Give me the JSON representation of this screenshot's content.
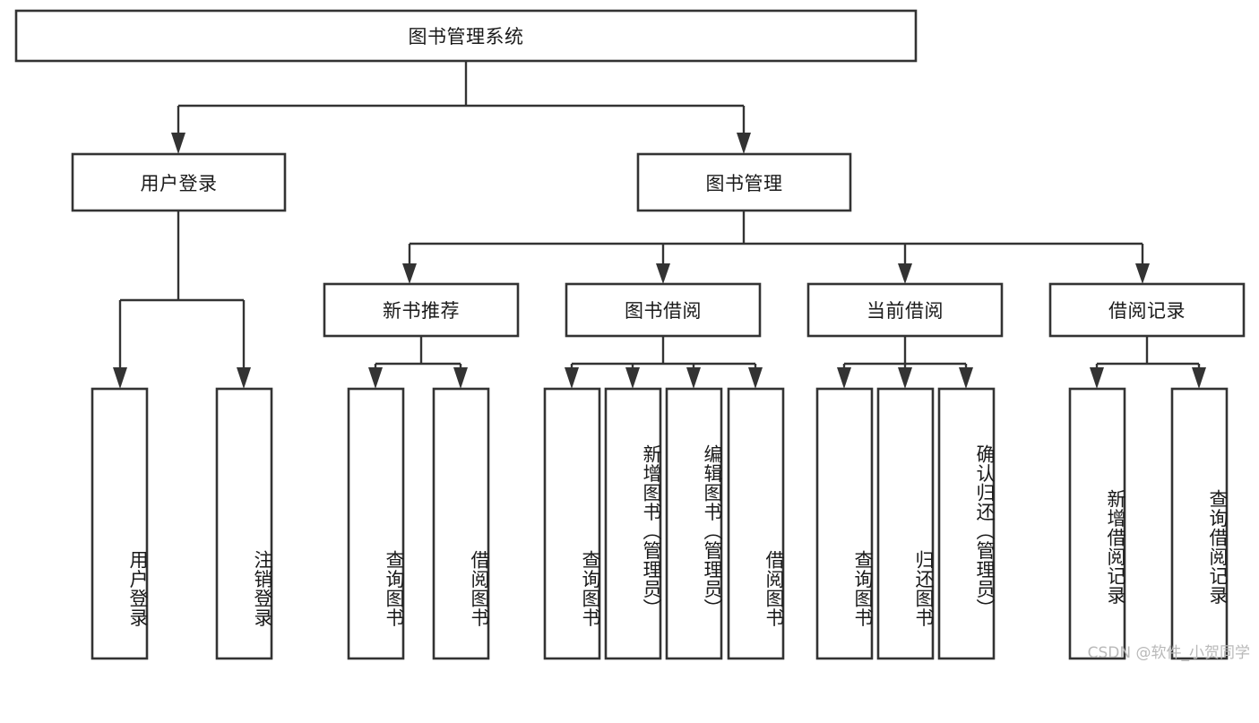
{
  "diagram": {
    "type": "tree-hierarchy",
    "title": "图书管理系统",
    "orientation": "top-down",
    "watermark": "CSDN @软件_小贺同学",
    "colors": {
      "box_stroke": "#333333",
      "box_fill": "#ffffff",
      "edge": "#333333",
      "text": "#1a1a1a",
      "watermark": "#b9b9b9",
      "background": "#ffffff"
    },
    "nodes": {
      "root": {
        "label": "图书管理系统",
        "level": 0,
        "orientation": "horizontal"
      },
      "l1": [
        {
          "id": "user-login",
          "label": "用户登录",
          "level": 1,
          "orientation": "horizontal"
        },
        {
          "id": "book-manage",
          "label": "图书管理",
          "level": 1,
          "orientation": "horizontal"
        }
      ],
      "l2": [
        {
          "id": "new-book-rec",
          "label": "新书推荐",
          "level": 2,
          "orientation": "horizontal"
        },
        {
          "id": "book-borrow",
          "label": "图书借阅",
          "level": 2,
          "orientation": "horizontal"
        },
        {
          "id": "current-borrow",
          "label": "当前借阅",
          "level": 2,
          "orientation": "horizontal"
        },
        {
          "id": "borrow-record",
          "label": "借阅记录",
          "level": 2,
          "orientation": "horizontal"
        }
      ],
      "leaves": [
        {
          "id": "leaf-user-login",
          "label": "用户登录",
          "parent": "user-login",
          "orientation": "vertical"
        },
        {
          "id": "leaf-user-logout",
          "label": "注销登录",
          "parent": "user-login",
          "orientation": "vertical"
        },
        {
          "id": "leaf-query-book-1",
          "label": "查询图书",
          "parent": "new-book-rec",
          "orientation": "vertical"
        },
        {
          "id": "leaf-borrow-book-1",
          "label": "借阅图书",
          "parent": "new-book-rec",
          "orientation": "vertical"
        },
        {
          "id": "leaf-query-book-2",
          "label": "查询图书",
          "parent": "book-borrow",
          "orientation": "vertical"
        },
        {
          "id": "leaf-add-book",
          "label": "新增图书（管理员）",
          "parent": "book-borrow",
          "orientation": "vertical"
        },
        {
          "id": "leaf-edit-book",
          "label": "编辑图书（管理员）",
          "parent": "book-borrow",
          "orientation": "vertical"
        },
        {
          "id": "leaf-borrow-book-2",
          "label": "借阅图书",
          "parent": "book-borrow",
          "orientation": "vertical"
        },
        {
          "id": "leaf-query-book-3",
          "label": "查询图书",
          "parent": "current-borrow",
          "orientation": "vertical"
        },
        {
          "id": "leaf-return-book",
          "label": "归还图书",
          "parent": "current-borrow",
          "orientation": "vertical"
        },
        {
          "id": "leaf-confirm-return",
          "label": "确认归还（管理员）",
          "parent": "current-borrow",
          "orientation": "vertical"
        },
        {
          "id": "leaf-add-record",
          "label": "新增借阅记录",
          "parent": "borrow-record",
          "orientation": "vertical"
        },
        {
          "id": "leaf-query-record",
          "label": "查询借阅记录",
          "parent": "borrow-record",
          "orientation": "vertical"
        }
      ]
    }
  }
}
